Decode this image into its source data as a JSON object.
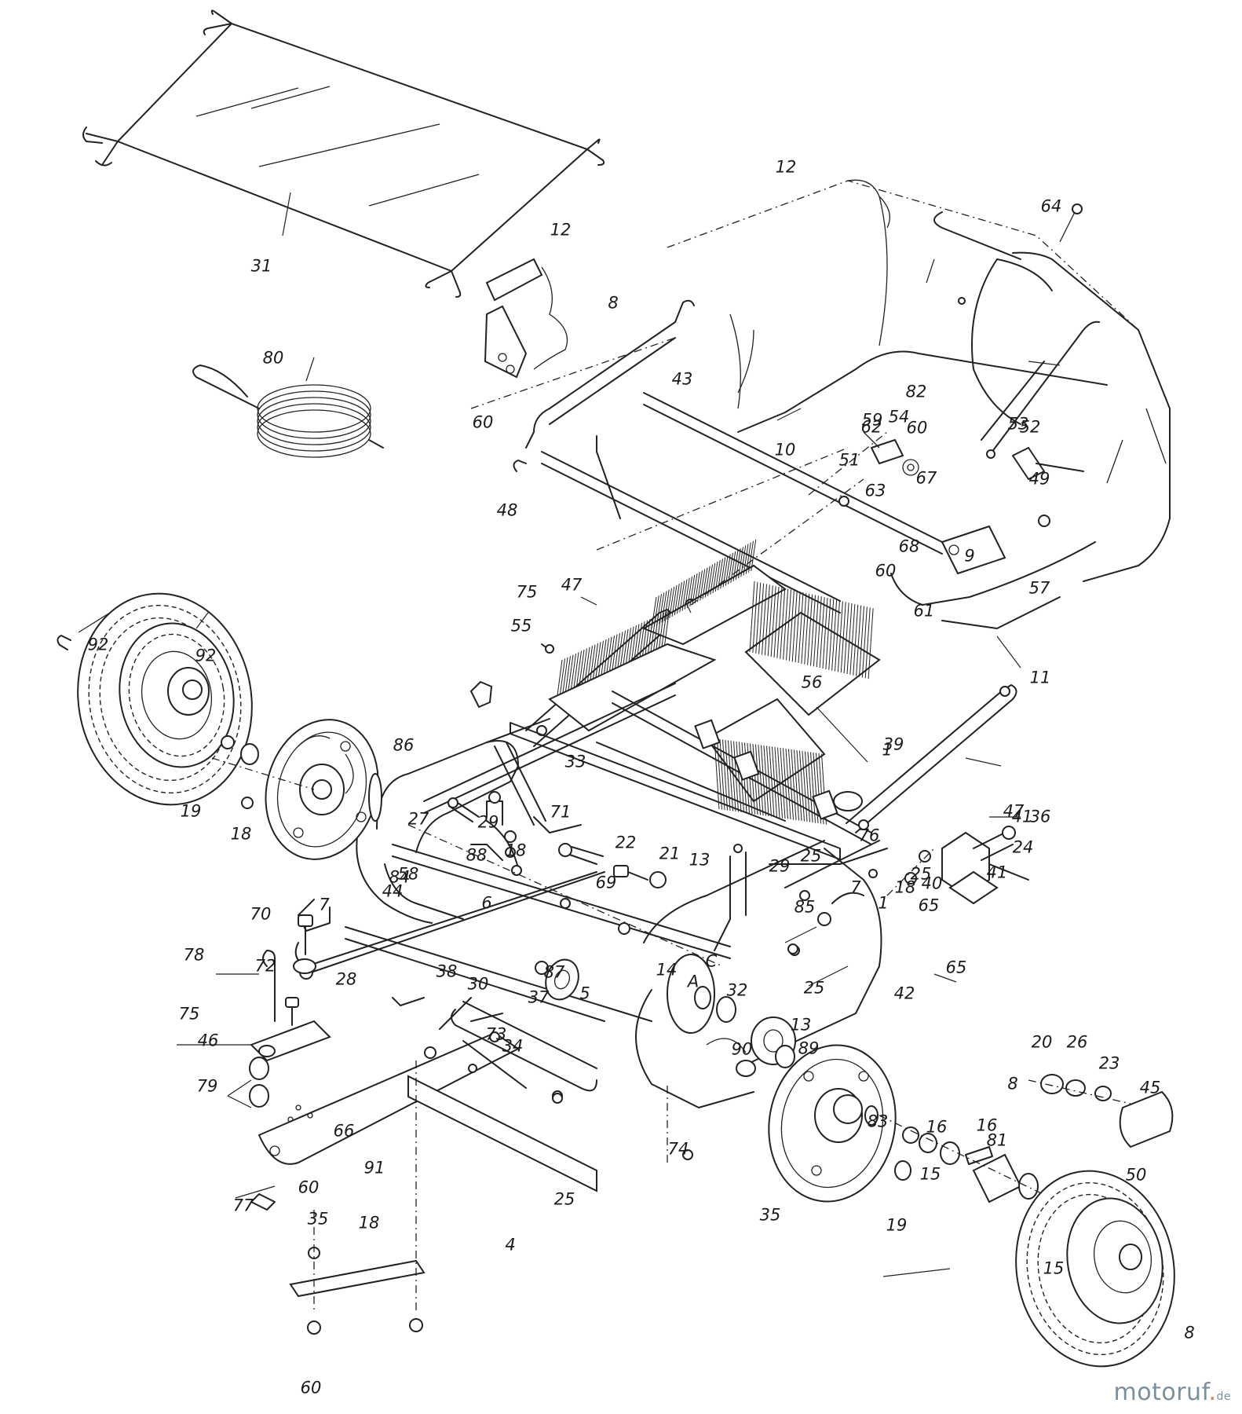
{
  "watermark": {
    "brand": "motoruf",
    "tld": "de"
  },
  "labels": [
    "1",
    "4",
    "5",
    "6",
    "7",
    "8",
    "9",
    "10",
    "11",
    "12",
    "13",
    "14",
    "15",
    "16",
    "18",
    "19",
    "20",
    "21",
    "22",
    "23",
    "24",
    "25",
    "26",
    "27",
    "28",
    "29",
    "30",
    "31",
    "32",
    "33",
    "34",
    "35",
    "36",
    "37",
    "38",
    "39",
    "40",
    "41",
    "42",
    "43",
    "44",
    "45",
    "46",
    "47",
    "48",
    "49",
    "50",
    "51",
    "52",
    "53",
    "54",
    "55",
    "56",
    "57",
    "58",
    "59",
    "60",
    "61",
    "62",
    "63",
    "64",
    "65",
    "66",
    "67",
    "68",
    "69",
    "70",
    "71",
    "72",
    "73",
    "74",
    "75",
    "76",
    "77",
    "78",
    "79",
    "80",
    "81",
    "82",
    "83",
    "84",
    "85",
    "86",
    "87",
    "88",
    "89",
    "90",
    "91",
    "92",
    "A",
    "C"
  ]
}
